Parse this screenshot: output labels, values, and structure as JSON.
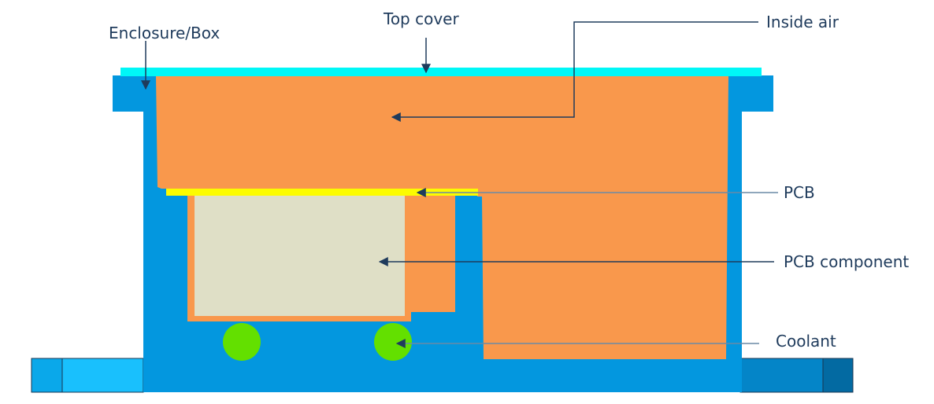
{
  "diagram": {
    "title": "Enclosure cross-section",
    "labels": {
      "enclosure": "Enclosure/Box",
      "top_cover": "Top cover",
      "inside_air": "Inside air",
      "pcb": "PCB",
      "pcb_component": "PCB component",
      "coolant": "Coolant"
    },
    "colors": {
      "enclosure": "#0397df",
      "top_cover": "#00f7f7",
      "inside_air": "#f9984c",
      "pcb": "#fcfc00",
      "pcb_component": "#dfdfc6",
      "coolant": "#63e000",
      "flange_left": "#19c0fd",
      "flange_right": "#0485c8",
      "label_text": "#1f3b5c"
    }
  }
}
